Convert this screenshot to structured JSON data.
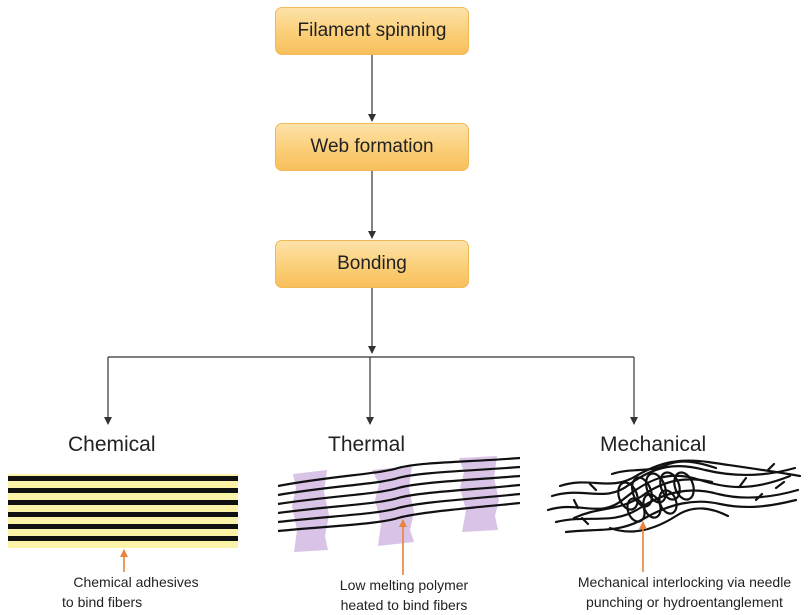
{
  "steps": {
    "spinning": "Filament spinning",
    "web": "Web formation",
    "bonding": "Bonding"
  },
  "branches": {
    "chemical": {
      "title": "Chemical",
      "caption_line1": "Chemical adhesives",
      "caption_line2": "to bind fibers"
    },
    "thermal": {
      "title": "Thermal",
      "caption_line1": "Low melting polymer",
      "caption_line2": "heated to bind fibers"
    },
    "mechanical": {
      "title": "Mechanical",
      "caption_line1": "Mechanical interlocking via needle",
      "caption_line2": "punching or hydroentanglement"
    }
  },
  "colors": {
    "box_fill": "#fbcf78",
    "box_border": "#f0b955",
    "chemical_band": "#fbf3a8",
    "thermal_band": "#d9c3e6",
    "indicator_arrow": "#e8843c",
    "connector": "#333333"
  }
}
